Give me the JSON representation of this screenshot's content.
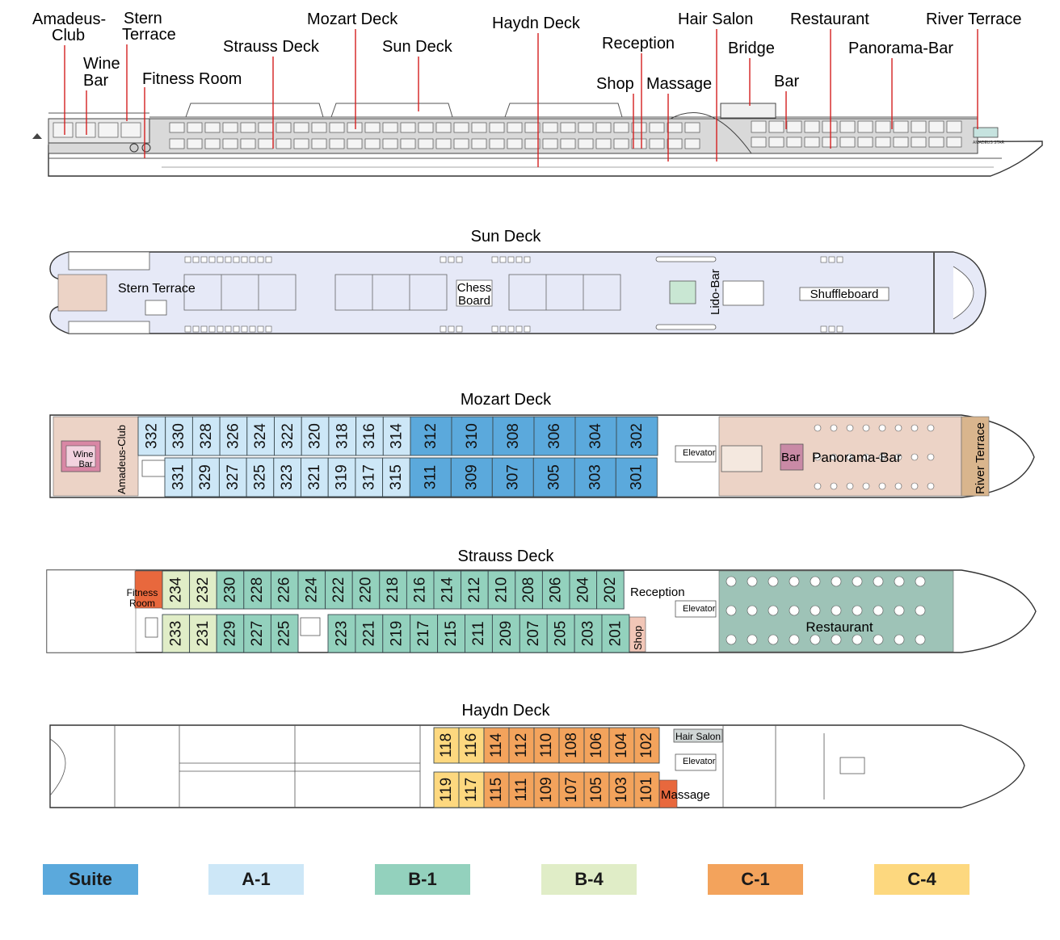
{
  "profile": {
    "labels": [
      {
        "text": "Amadeus-"
      },
      {
        "text": "Club"
      },
      {
        "text": "Stern"
      },
      {
        "text": "Terrace"
      },
      {
        "text": "Wine"
      },
      {
        "text": "Bar"
      },
      {
        "text": "Fitness Room"
      },
      {
        "text": "Strauss Deck"
      },
      {
        "text": "Mozart Deck"
      },
      {
        "text": "Sun Deck"
      },
      {
        "text": "Haydn Deck"
      },
      {
        "text": "Reception"
      },
      {
        "text": "Shop"
      },
      {
        "text": "Massage"
      },
      {
        "text": "Hair Salon"
      },
      {
        "text": "Bridge"
      },
      {
        "text": "Bar"
      },
      {
        "text": "Restaurant"
      },
      {
        "text": "Panorama-Bar"
      },
      {
        "text": "River Terrace"
      }
    ],
    "ship_name": "AMADEUS STAR"
  },
  "decks": {
    "sun": {
      "title": "Sun Deck",
      "stern_terrace": "Stern Terrace",
      "chess_line1": "Chess",
      "chess_line2": "Board",
      "lido_bar": "Lido-Bar",
      "shuffleboard": "Shuffleboard"
    },
    "mozart": {
      "title": "Mozart Deck",
      "wine_line1": "Wine",
      "wine_line2": "Bar",
      "amadeus_club": "Amadeus-Club",
      "elevator": "Elevator",
      "bar": "Bar",
      "panorama_bar": "Panorama-Bar",
      "river_terrace": "River Terrace",
      "cabins_top": [
        {
          "n": "332",
          "cat": "A-1"
        },
        {
          "n": "330",
          "cat": "A-1"
        },
        {
          "n": "328",
          "cat": "A-1"
        },
        {
          "n": "326",
          "cat": "A-1"
        },
        {
          "n": "324",
          "cat": "A-1"
        },
        {
          "n": "322",
          "cat": "A-1"
        },
        {
          "n": "320",
          "cat": "A-1"
        },
        {
          "n": "318",
          "cat": "A-1"
        },
        {
          "n": "316",
          "cat": "A-1"
        },
        {
          "n": "314",
          "cat": "A-1"
        },
        {
          "n": "312",
          "cat": "Suite"
        },
        {
          "n": "310",
          "cat": "Suite"
        },
        {
          "n": "308",
          "cat": "Suite"
        },
        {
          "n": "306",
          "cat": "Suite"
        },
        {
          "n": "304",
          "cat": "Suite"
        },
        {
          "n": "302",
          "cat": "Suite"
        }
      ],
      "cabins_bottom": [
        {
          "n": "331",
          "cat": "A-1"
        },
        {
          "n": "329",
          "cat": "A-1"
        },
        {
          "n": "327",
          "cat": "A-1"
        },
        {
          "n": "325",
          "cat": "A-1"
        },
        {
          "n": "323",
          "cat": "A-1"
        },
        {
          "n": "321",
          "cat": "A-1"
        },
        {
          "n": "319",
          "cat": "A-1"
        },
        {
          "n": "317",
          "cat": "A-1"
        },
        {
          "n": "315",
          "cat": "A-1"
        },
        {
          "n": "311",
          "cat": "Suite"
        },
        {
          "n": "309",
          "cat": "Suite"
        },
        {
          "n": "307",
          "cat": "Suite"
        },
        {
          "n": "305",
          "cat": "Suite"
        },
        {
          "n": "303",
          "cat": "Suite"
        },
        {
          "n": "301",
          "cat": "Suite"
        }
      ]
    },
    "strauss": {
      "title": "Strauss Deck",
      "fitness_line1": "Fitness",
      "fitness_line2": "Room",
      "reception": "Reception",
      "elevator": "Elevator",
      "shop": "Shop",
      "restaurant": "Restaurant",
      "cabins_top": [
        {
          "n": "234",
          "cat": "B-4"
        },
        {
          "n": "232",
          "cat": "B-4"
        },
        {
          "n": "230",
          "cat": "B-1"
        },
        {
          "n": "228",
          "cat": "B-1"
        },
        {
          "n": "226",
          "cat": "B-1"
        },
        {
          "n": "224",
          "cat": "B-1"
        },
        {
          "n": "222",
          "cat": "B-1"
        },
        {
          "n": "220",
          "cat": "B-1"
        },
        {
          "n": "218",
          "cat": "B-1"
        },
        {
          "n": "216",
          "cat": "B-1"
        },
        {
          "n": "214",
          "cat": "B-1"
        },
        {
          "n": "212",
          "cat": "B-1"
        },
        {
          "n": "210",
          "cat": "B-1"
        },
        {
          "n": "208",
          "cat": "B-1"
        },
        {
          "n": "206",
          "cat": "B-1"
        },
        {
          "n": "204",
          "cat": "B-1"
        },
        {
          "n": "202",
          "cat": "B-1"
        }
      ],
      "cabins_bottom_left": [
        {
          "n": "233",
          "cat": "B-4"
        },
        {
          "n": "231",
          "cat": "B-4"
        },
        {
          "n": "229",
          "cat": "B-1"
        },
        {
          "n": "227",
          "cat": "B-1"
        },
        {
          "n": "225",
          "cat": "B-1"
        }
      ],
      "cabins_bottom_right": [
        {
          "n": "223",
          "cat": "B-1"
        },
        {
          "n": "221",
          "cat": "B-1"
        },
        {
          "n": "219",
          "cat": "B-1"
        },
        {
          "n": "217",
          "cat": "B-1"
        },
        {
          "n": "215",
          "cat": "B-1"
        },
        {
          "n": "211",
          "cat": "B-1"
        },
        {
          "n": "209",
          "cat": "B-1"
        },
        {
          "n": "207",
          "cat": "B-1"
        },
        {
          "n": "205",
          "cat": "B-1"
        },
        {
          "n": "203",
          "cat": "B-1"
        },
        {
          "n": "201",
          "cat": "B-1"
        }
      ]
    },
    "haydn": {
      "title": "Haydn Deck",
      "hair_salon": "Hair Salon",
      "elevator": "Elevator",
      "massage": "Massage",
      "cabins_top": [
        {
          "n": "118",
          "cat": "C-4"
        },
        {
          "n": "116",
          "cat": "C-4"
        },
        {
          "n": "114",
          "cat": "C-1"
        },
        {
          "n": "112",
          "cat": "C-1"
        },
        {
          "n": "110",
          "cat": "C-1"
        },
        {
          "n": "108",
          "cat": "C-1"
        },
        {
          "n": "106",
          "cat": "C-1"
        },
        {
          "n": "104",
          "cat": "C-1"
        },
        {
          "n": "102",
          "cat": "C-1"
        }
      ],
      "cabins_bottom": [
        {
          "n": "119",
          "cat": "C-4"
        },
        {
          "n": "117",
          "cat": "C-4"
        },
        {
          "n": "115",
          "cat": "C-1"
        },
        {
          "n": "111",
          "cat": "C-1"
        },
        {
          "n": "109",
          "cat": "C-1"
        },
        {
          "n": "107",
          "cat": "C-1"
        },
        {
          "n": "105",
          "cat": "C-1"
        },
        {
          "n": "103",
          "cat": "C-1"
        },
        {
          "n": "101",
          "cat": "C-1"
        }
      ]
    }
  },
  "legend": [
    {
      "label": "Suite",
      "color": "#5ba9dc"
    },
    {
      "label": "A-1",
      "color": "#cde7f7"
    },
    {
      "label": "B-1",
      "color": "#93d1bd"
    },
    {
      "label": "B-4",
      "color": "#e0edc7"
    },
    {
      "label": "C-1",
      "color": "#f3a35c"
    },
    {
      "label": "C-4",
      "color": "#fdd87f"
    }
  ],
  "colors": {
    "deck_fill": "#e6e9f7",
    "lounge_fill": "#ecd3c6",
    "restaurant_fill": "#9ec3b7",
    "fitness_fill": "#e8683d",
    "massage_fill": "#e8683d",
    "shop_fill": "#f1c6b7",
    "wine_fill": "#d987a5",
    "leader_line": "#d42020"
  }
}
